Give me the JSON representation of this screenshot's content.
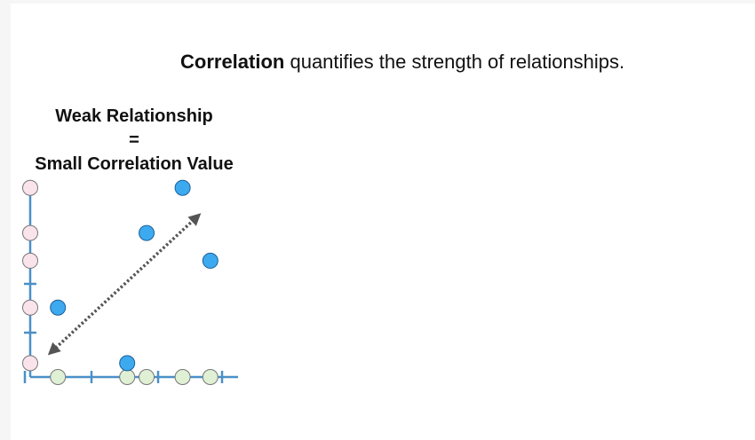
{
  "headline": {
    "bold": "Correlation",
    "rest": " quantifies the strength of relationships."
  },
  "caption": {
    "line1": "Weak Relationship",
    "line2": "=",
    "line3": "Small Correlation Value"
  },
  "colors": {
    "axis": "#4a90c8",
    "point_fill": "#3daaf0",
    "point_stroke": "#1c5f9a",
    "y_marker_fill": "#fbe3ec",
    "x_marker_fill": "#dff0d4",
    "marker_stroke": "#777777",
    "arrow": "#555555"
  },
  "chart_data": {
    "type": "scatter",
    "points": [
      {
        "x": 1,
        "y": 4
      },
      {
        "x": 3.5,
        "y": 0.8
      },
      {
        "x": 4.2,
        "y": 8.3
      },
      {
        "x": 5.5,
        "y": 10.9
      },
      {
        "x": 6.5,
        "y": 6.7
      }
    ],
    "xlim": [
      0,
      7.5
    ],
    "ylim": [
      0,
      11.5
    ],
    "trend_arrow": {
      "from": [
        0.8,
        1.5
      ],
      "to": [
        6,
        9.2
      ],
      "style": "dotted",
      "double_headed": true
    }
  }
}
